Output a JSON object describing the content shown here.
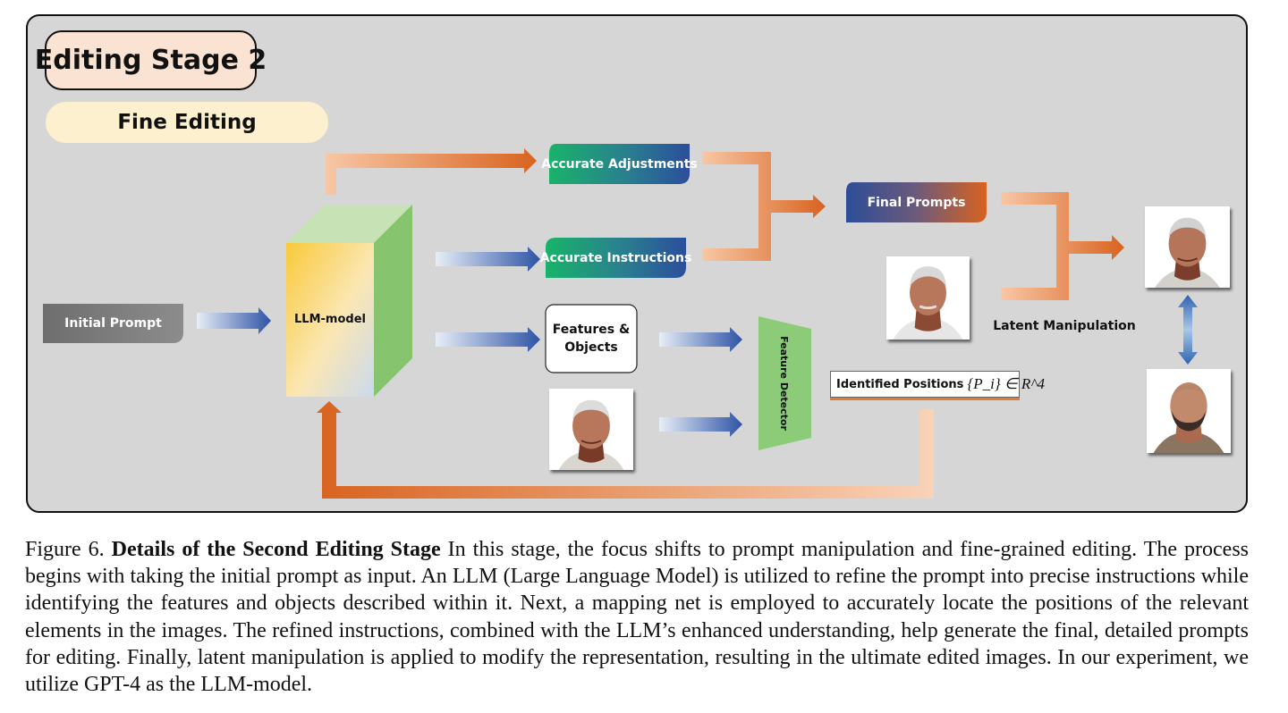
{
  "diagram": {
    "stage_title": "Editing Stage 2",
    "stage_subtitle": "Fine Editing",
    "initial_prompt": "Initial Prompt",
    "llm_model": "LLM-model",
    "accurate_adjustments": "Accurate Adjustments",
    "accurate_instructions": "Accurate Instructions",
    "features_objects_line1": "Features &",
    "features_objects_line2": "Objects",
    "feature_detector": "Feature Detector",
    "final_prompts": "Final Prompts",
    "latent_manipulation": "Latent Manipulation",
    "identified_positions_label": "Identified Positions",
    "identified_positions_math": "{P_i} ∈ R^4",
    "colors": {
      "panel_bg": "#d6d6d6",
      "stage_title_bg": "#fbe3d3",
      "subtitle_bg": "#fcf0cf",
      "orange": "#d8631f",
      "blue": "#3a5ea8",
      "green": "#1dad66",
      "box_green": "#8ccb78",
      "gray": "#7a7a7a"
    }
  },
  "caption": {
    "figure_label": "Figure 6.",
    "bold_title": "Details of the Second Editing Stage",
    "body": "In this stage, the focus shifts to prompt manipulation and fine-grained editing. The process begins with taking the initial prompt as input. An LLM (Large Language Model) is utilized to refine the prompt into precise instructions while identifying the features and objects described within it. Next, a mapping net is employed to accurately locate the positions of the relevant elements in the images. The refined instructions, combined with the LLM’s enhanced understanding, help generate the final, detailed prompts for editing. Finally, latent manipulation is applied to modify the representation, resulting in the ultimate edited images. In our experiment, we utilize GPT-4 as the LLM-model."
  }
}
